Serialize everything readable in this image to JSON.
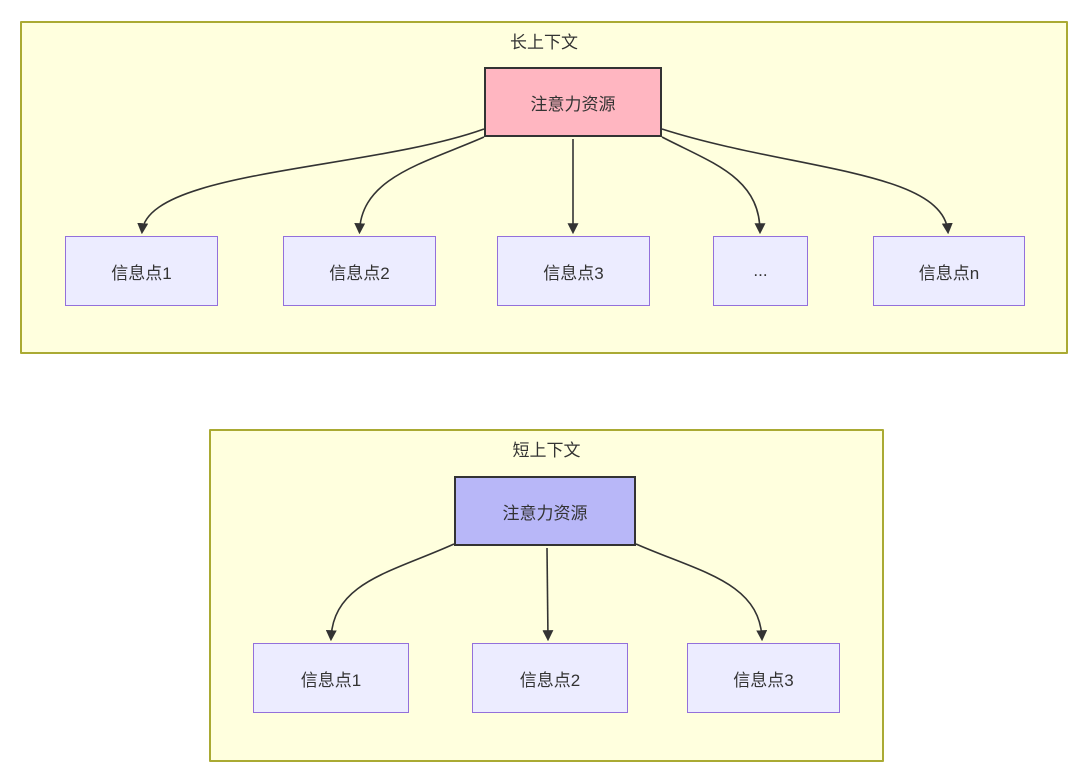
{
  "colors": {
    "cluster_fill": "#ffffde",
    "cluster_border": "#aaaa33",
    "node_fill": "#ececff",
    "node_border": "#9370db",
    "attention_long_fill": "#ffb6c1",
    "attention_short_fill": "#b8b7f8",
    "attention_border": "#333333",
    "edge_color": "#333333",
    "text_color": "#333333"
  },
  "long_context": {
    "title": "长上下文",
    "attention_label": "注意力资源",
    "nodes": [
      {
        "label": "信息点1"
      },
      {
        "label": "信息点2"
      },
      {
        "label": "信息点3"
      },
      {
        "label": "..."
      },
      {
        "label": "信息点n"
      }
    ]
  },
  "short_context": {
    "title": "短上下文",
    "attention_label": "注意力资源",
    "nodes": [
      {
        "label": "信息点1"
      },
      {
        "label": "信息点2"
      },
      {
        "label": "信息点3"
      }
    ]
  }
}
